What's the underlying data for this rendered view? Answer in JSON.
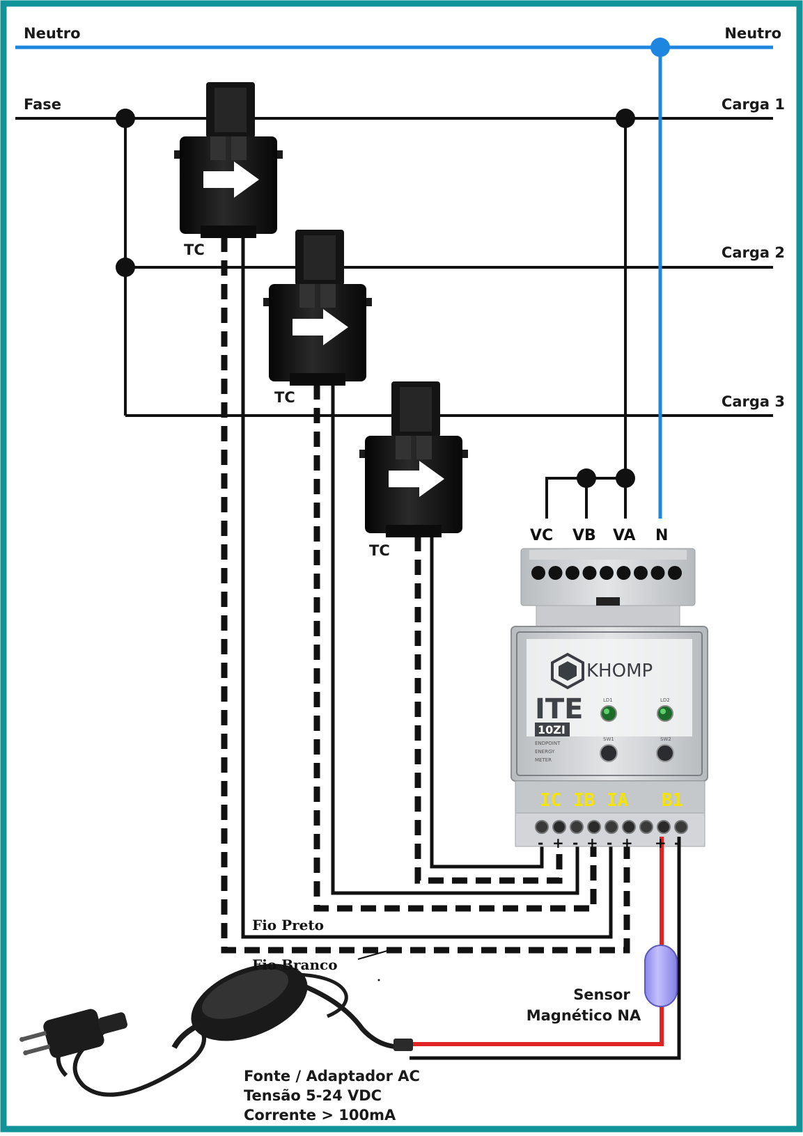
{
  "labels": {
    "neutral_left": "Neutro",
    "neutral_right": "Neutro",
    "phase": "Fase",
    "load1": "Carga 1",
    "load2": "Carga 2",
    "load3": "Carga 3",
    "ct1": "TC",
    "ct2": "TC",
    "ct3": "TC",
    "vc": "VC",
    "vb": "VB",
    "va": "VA",
    "n": "N",
    "ic": "IC",
    "ib": "IB",
    "ia": "IA",
    "b1": "B1",
    "black_wire": "Fio Preto",
    "white_wire": "Fio Branco",
    "sensor_line1": "Sensor",
    "sensor_line2": "Magnético NA",
    "psu_line1": "Fonte / Adaptador AC",
    "psu_line2": "Tensão 5-24 VDC",
    "psu_line3": "Corrente > 100mA"
  },
  "device": {
    "brand": "KHOMP",
    "model": "ITE",
    "model_sub": "10ZI",
    "desc1": "ENDPOINT",
    "desc2": "ENERGY",
    "desc3": "METER",
    "led1": "LD1",
    "led2": "LD2",
    "sw1": "SW1",
    "sw2": "SW2"
  },
  "polarity": {
    "ic_minus": "-",
    "ic_plus": "+",
    "ib_minus": "-",
    "ib_plus": "+",
    "ia_minus": "-",
    "ia_plus": "+",
    "b1_plus": "+",
    "b1_minus": "-"
  },
  "colors": {
    "frame": "#12939a",
    "neutral": "#1f86e0",
    "wire": "#111111",
    "dc_positive": "#e02424",
    "sensor": "#9a96f0",
    "terminal_label": "#f5e400"
  }
}
